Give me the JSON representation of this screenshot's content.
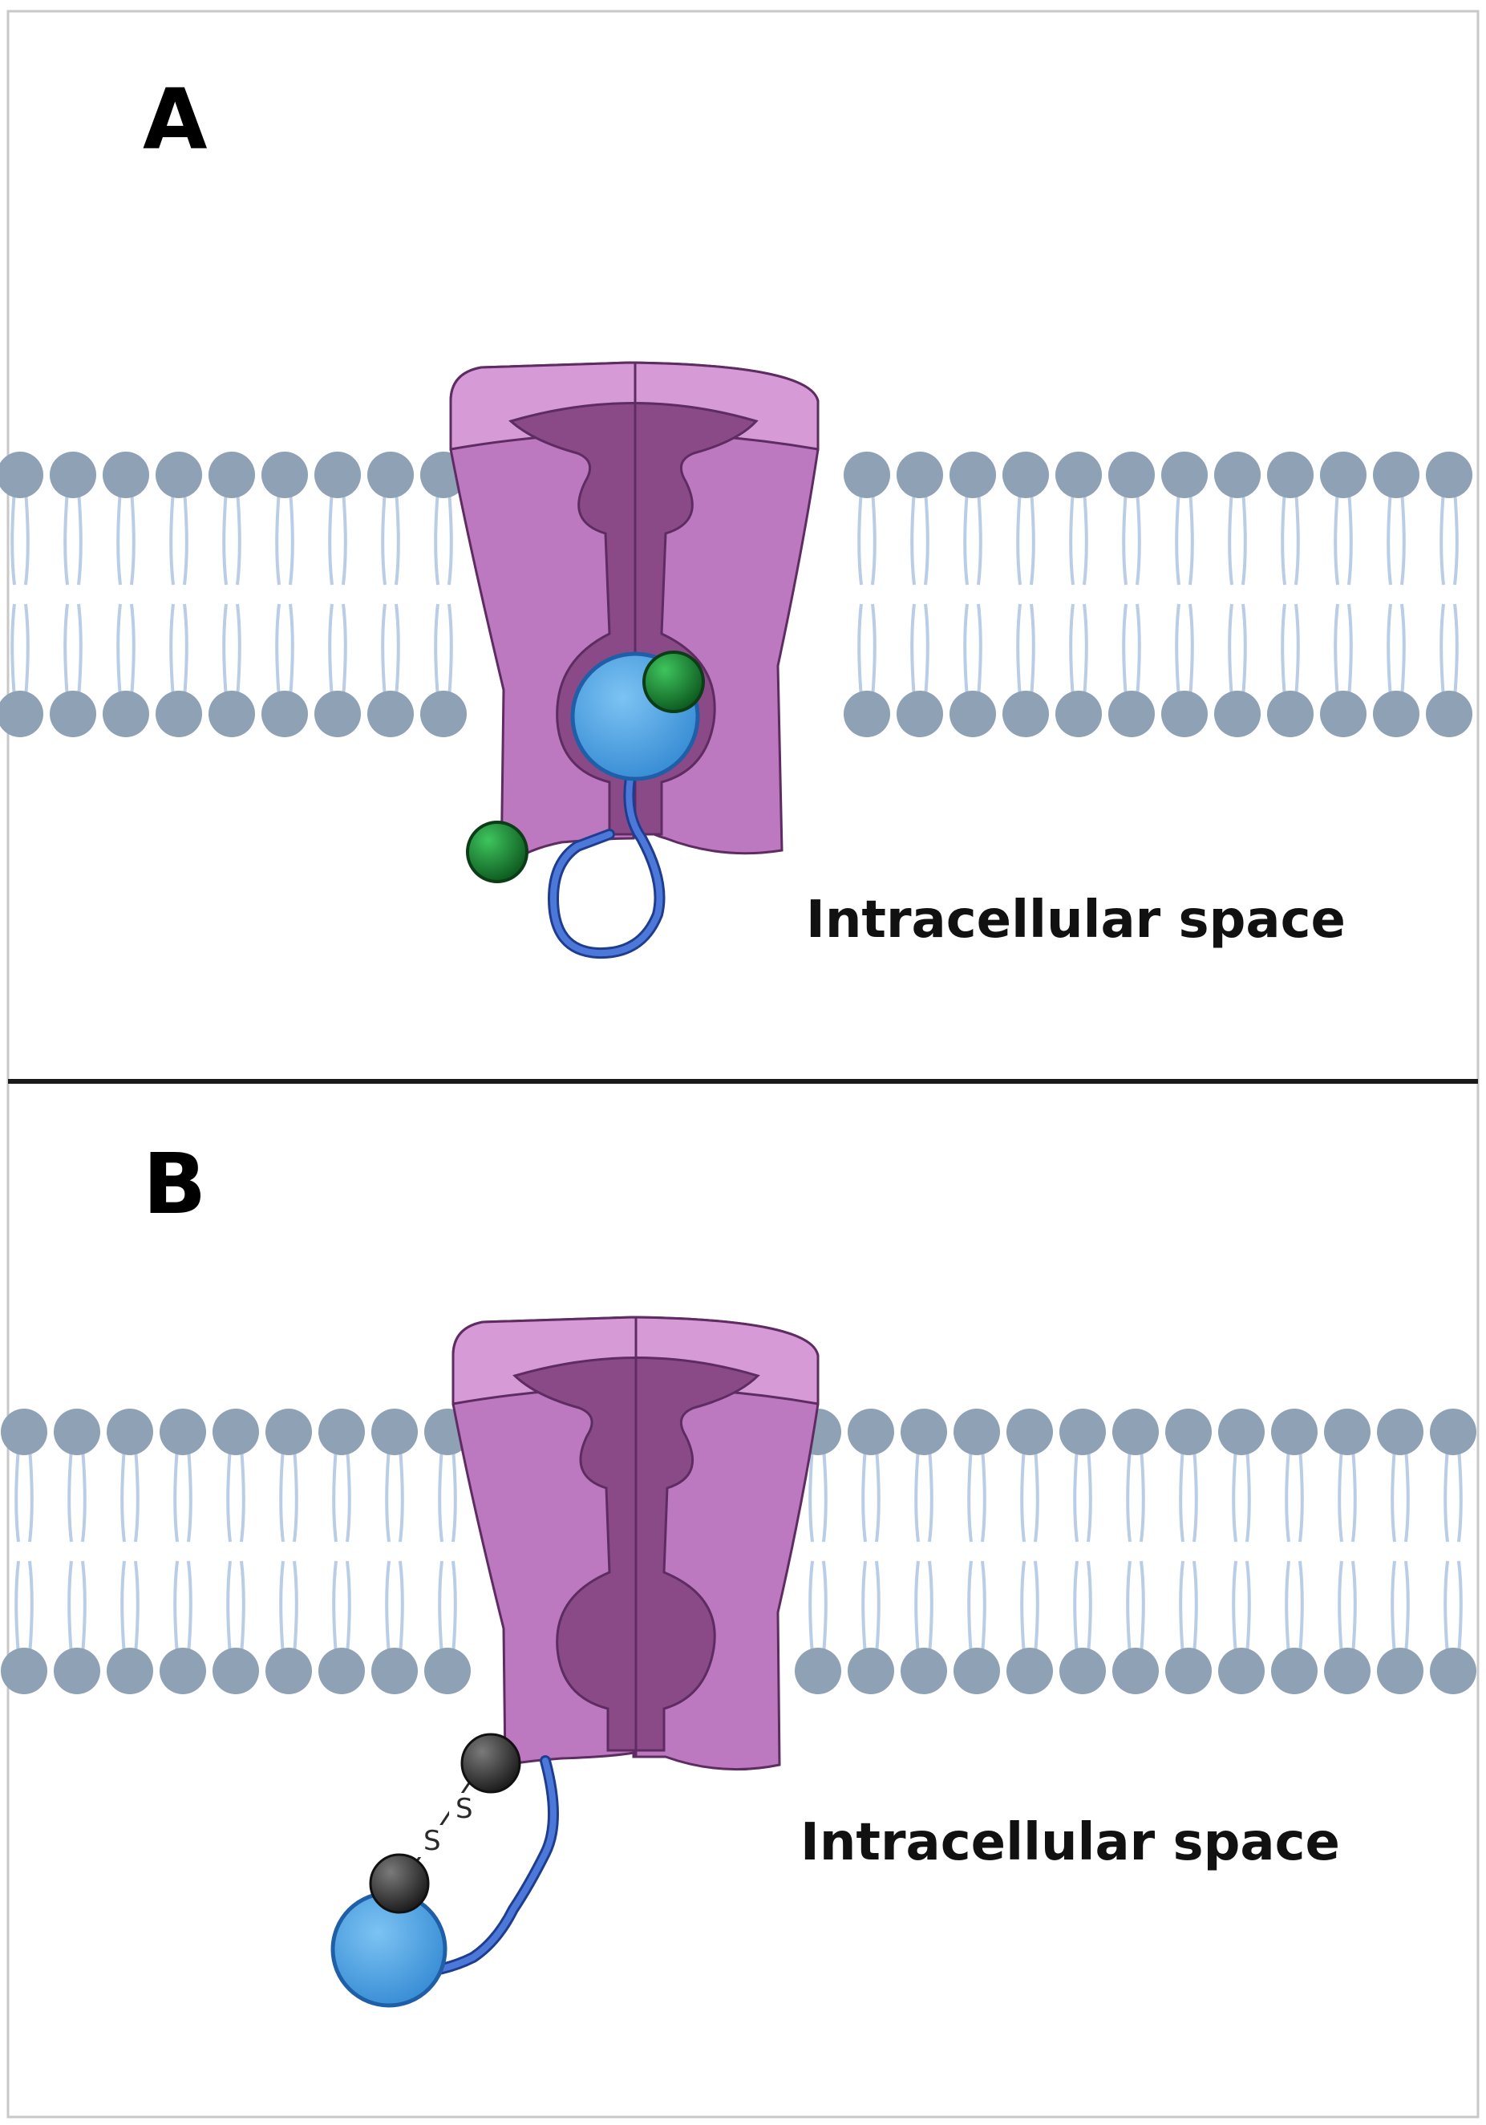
{
  "panels": [
    {
      "letter": "A",
      "region_label": "Intracellular space"
    },
    {
      "letter": "B",
      "region_label": "Intracellular space",
      "bond_symbols": [
        "S",
        "S"
      ]
    }
  ],
  "colors": {
    "lipid_head": "#8fa1b5",
    "lipid_tail": "#b9cde6",
    "channel_body": "#bd79bf",
    "channel_top": "#d69bd6",
    "channel_pore": "#8a4a88",
    "channel_outline": "#5e2c62",
    "ball": "#4fa3e0",
    "ball_outline": "#1f5fa8",
    "tether": "#3b5fc0",
    "green_particle": "#1e8a34",
    "cysteine": "#3a3a3a",
    "divider": "#1a1a1a"
  }
}
